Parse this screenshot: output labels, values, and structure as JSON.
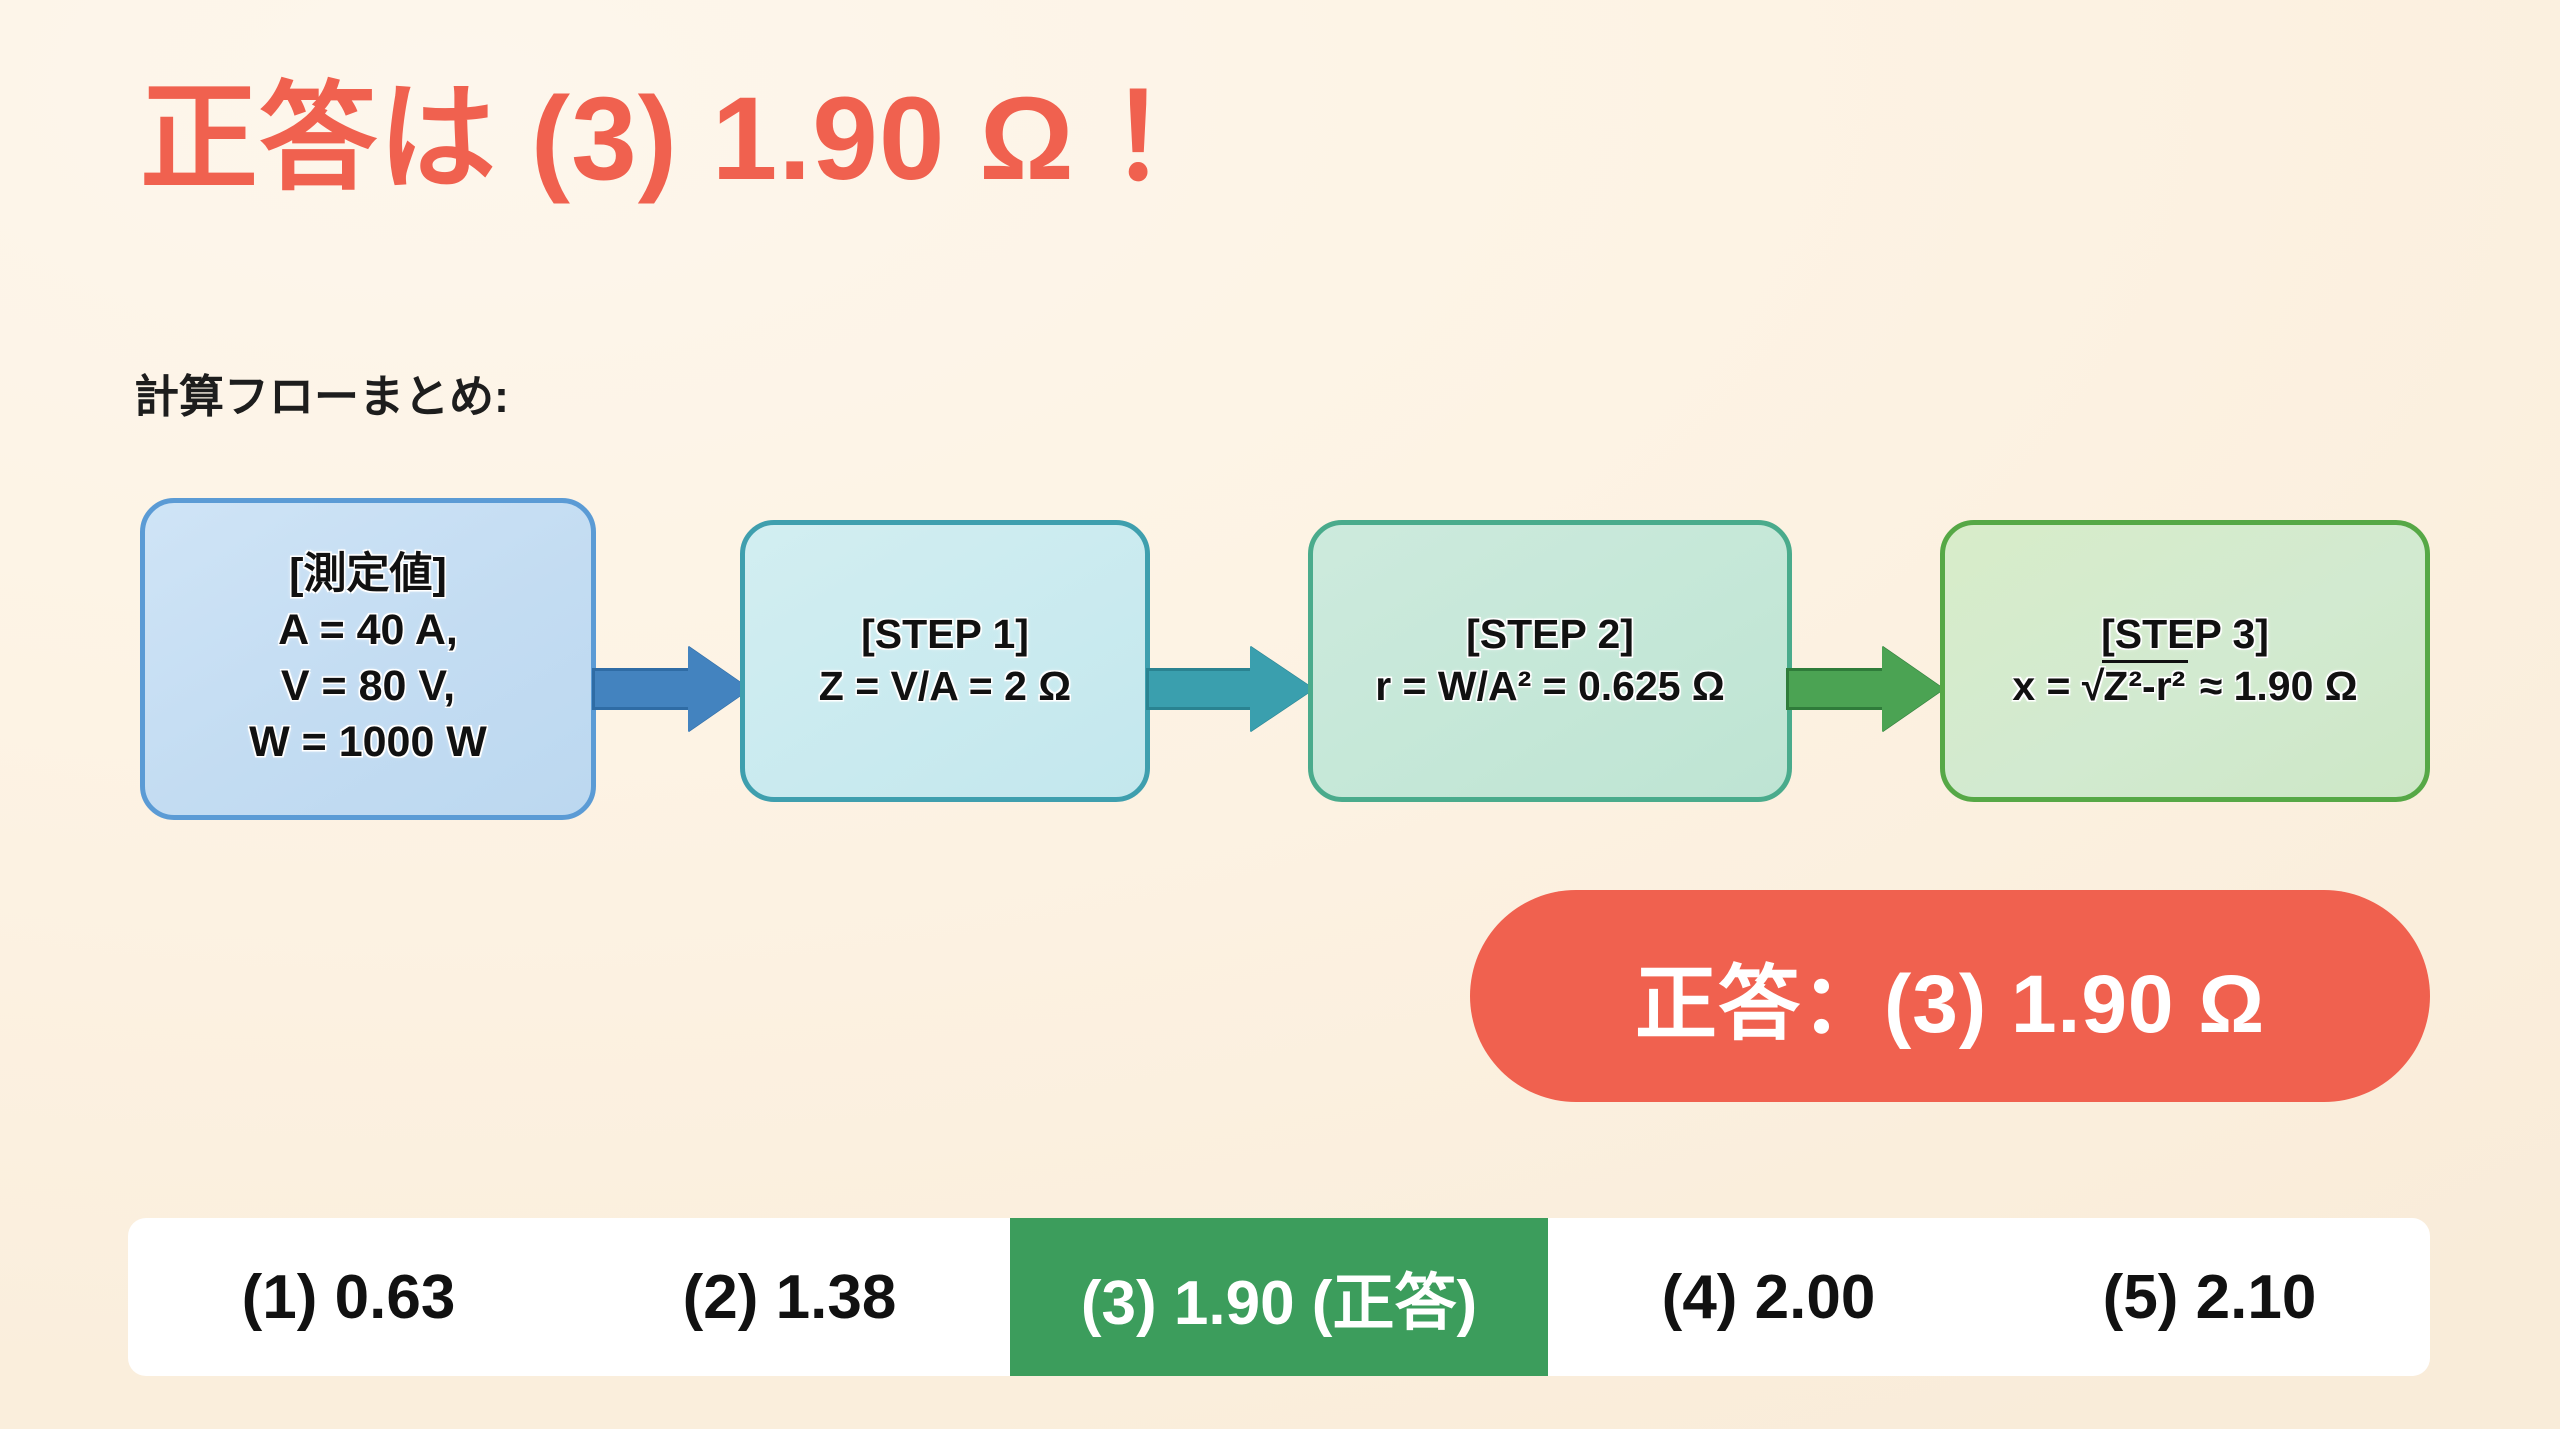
{
  "colors": {
    "background": "#fdf3e4",
    "accent_red": "#f0614f",
    "correct_green": "#3c9d5c",
    "box1_border": "#5b9bd5",
    "box2_border": "#3f9fae",
    "box3_border": "#4aab8c",
    "box4_border": "#56a846",
    "arrow1": "#4383bf",
    "arrow2": "#3a9fae",
    "arrow3": "#4ba353",
    "bar_background": "#ffffff"
  },
  "title": "正答は (3) 1.90 Ω ！",
  "subtitle": "計算フローまとめ:",
  "flow": {
    "boxes": [
      {
        "id": "measured-values",
        "heading": "[測定値]",
        "lines": [
          "A = 40 A,",
          "V = 80 V,",
          "W = 1000 W"
        ]
      },
      {
        "id": "step-1",
        "heading": "[STEP 1]",
        "lines": [
          "Z = V/A = 2 Ω"
        ]
      },
      {
        "id": "step-2",
        "heading": "[STEP 2]",
        "lines": [
          "r = W/A² = 0.625 Ω"
        ]
      },
      {
        "id": "step-3",
        "heading": "[STEP 3]",
        "formula": {
          "prefix": "x = √",
          "radicand": "Z²-r²",
          "suffix": " ≈ 1.90 Ω"
        }
      }
    ],
    "arrows": [
      {
        "id": "arrow-1",
        "icon": "right-arrow-icon"
      },
      {
        "id": "arrow-2",
        "icon": "right-arrow-icon"
      },
      {
        "id": "arrow-3",
        "icon": "right-arrow-icon"
      }
    ]
  },
  "answer_pill": "正答：(3) 1.90 Ω",
  "options": [
    {
      "label": "(1) 0.63",
      "correct": false
    },
    {
      "label": "(2) 1.38",
      "correct": false
    },
    {
      "label": "(3) 1.90 (正答)",
      "correct": true
    },
    {
      "label": "(4) 2.00",
      "correct": false
    },
    {
      "label": "(5) 2.10",
      "correct": false
    }
  ]
}
